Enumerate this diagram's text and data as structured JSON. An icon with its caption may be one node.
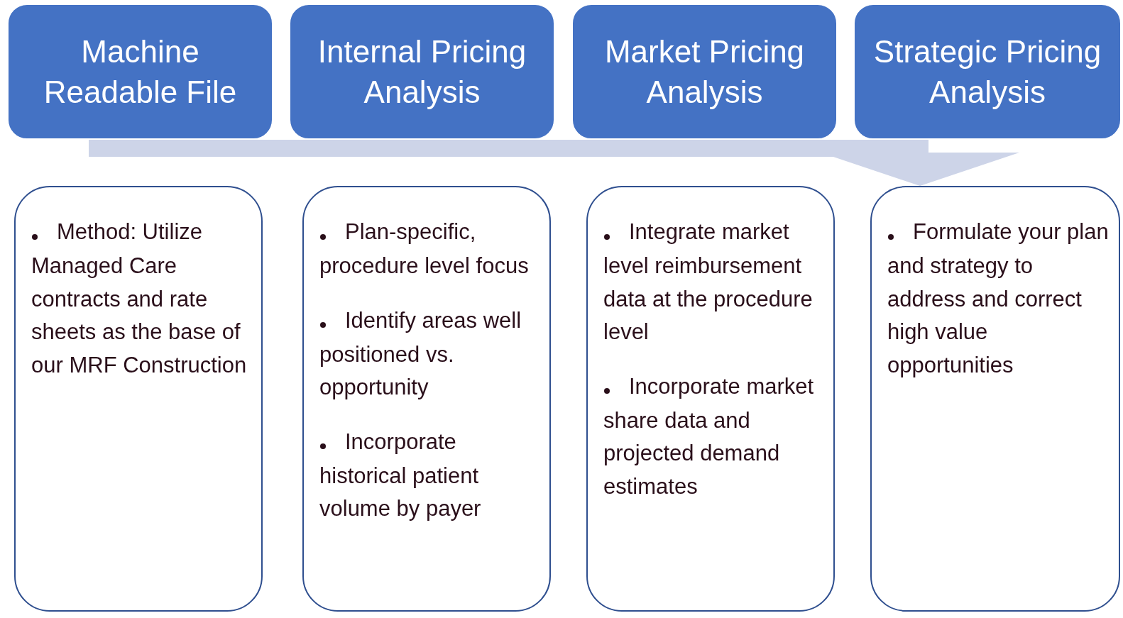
{
  "diagram": {
    "nodes": [
      {
        "text": [
          "Machine Readable File"
        ]
      },
      {
        "text": [
          "Internal Pricing Analysis"
        ]
      },
      {
        "text": [
          "Market Pricing Analysis"
        ]
      },
      {
        "text": [
          "Strategic Pricing Analysis"
        ]
      },
      {
        "text": [
          "Method: Utilize Managed Care contracts and rate sheets as the base of our MRF Construction"
        ]
      },
      {
        "text": [
          "Plan-specific, procedure level focus",
          "Identify areas well positioned vs. opportunity",
          "Incorporate historical patient volume by payer"
        ]
      },
      {
        "text": [
          "Integrate market level reimbursement data at the procedure level",
          "Incorporate market share data and projected demand estimates"
        ]
      },
      {
        "text": [
          "Formulate your plan and strategy to address and correct high value opportunities"
        ]
      }
    ],
    "edges": [
      {
        "from": 0,
        "to": 7,
        "arrow": "to"
      }
    ]
  }
}
